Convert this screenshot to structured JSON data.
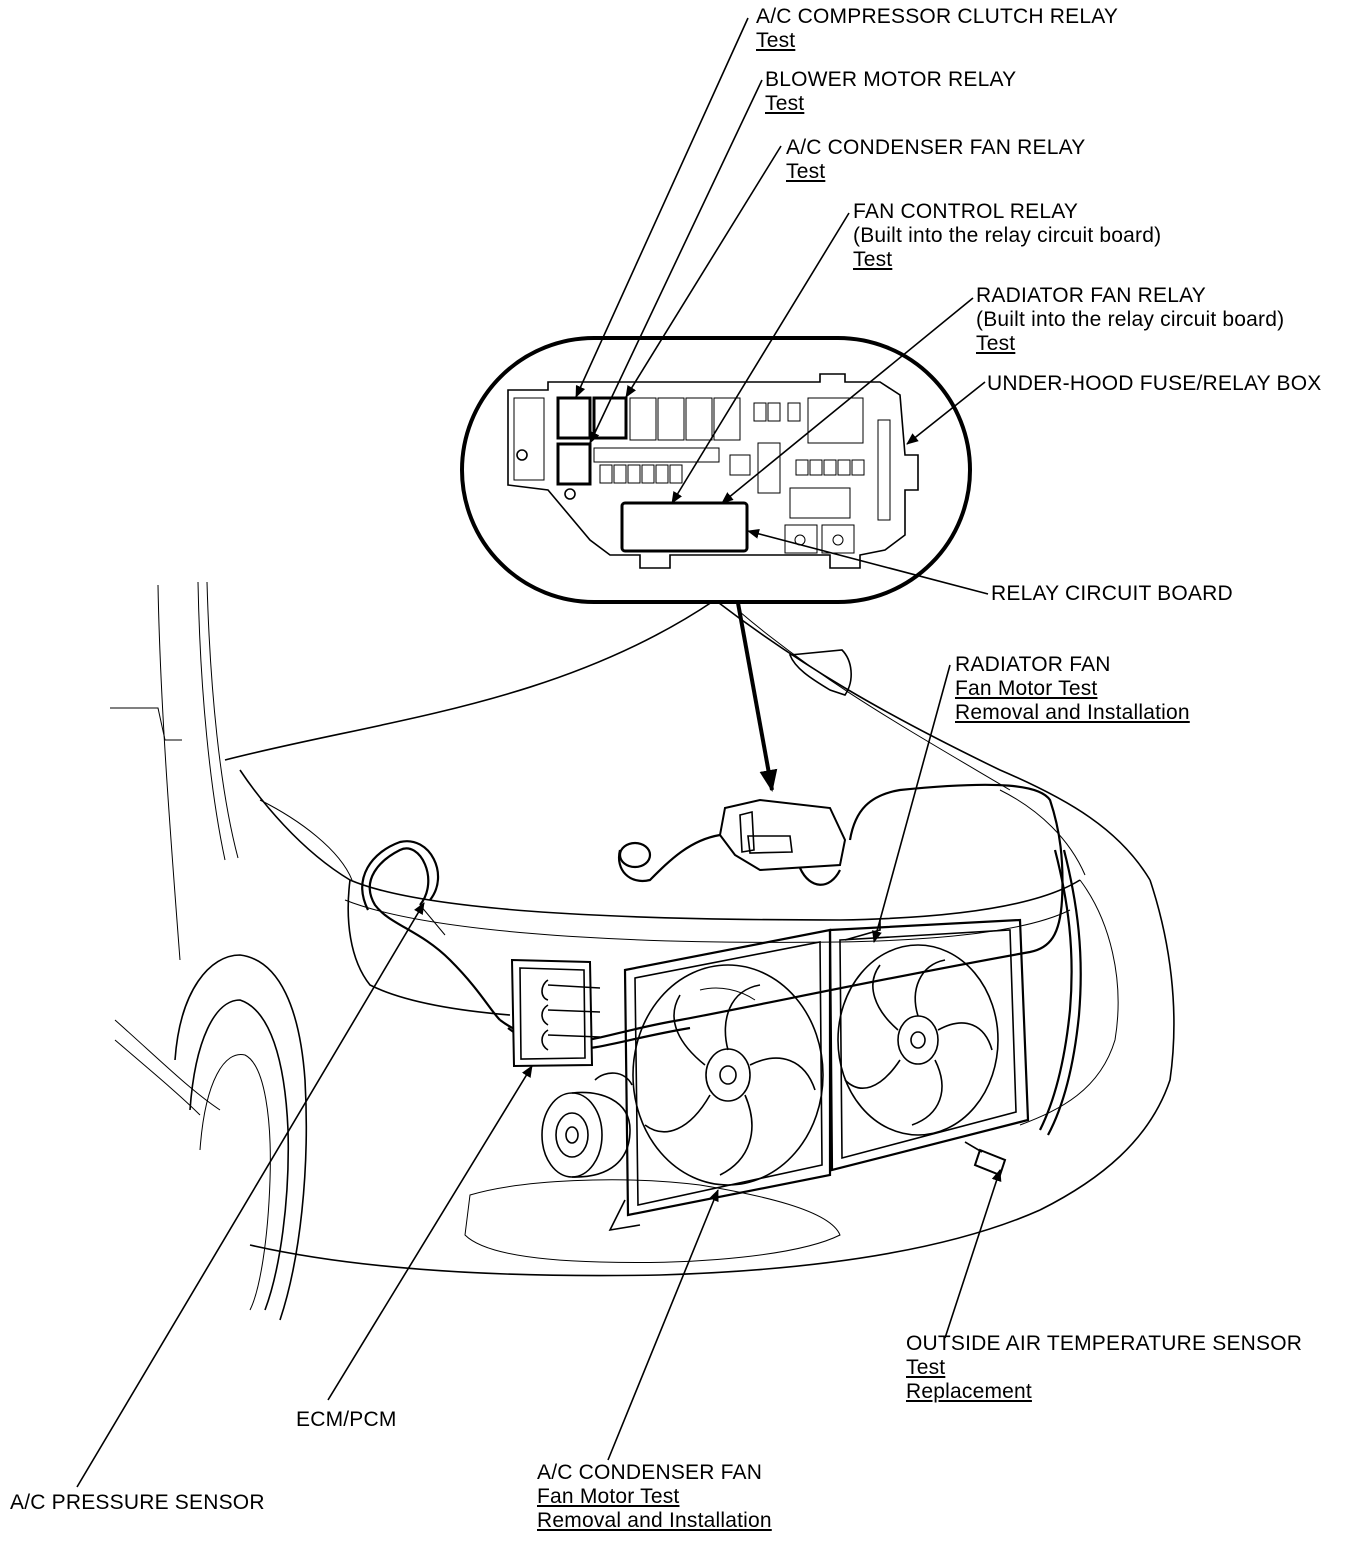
{
  "callouts": {
    "ac_compressor_clutch_relay": {
      "title": "A/C COMPRESSOR CLUTCH RELAY",
      "links": [
        "Test"
      ]
    },
    "blower_motor_relay": {
      "title": "BLOWER MOTOR RELAY",
      "links": [
        "Test"
      ]
    },
    "ac_condenser_fan_relay": {
      "title": "A/C CONDENSER FAN RELAY",
      "links": [
        "Test"
      ]
    },
    "fan_control_relay": {
      "title": "FAN CONTROL RELAY",
      "note": "(Built into the relay circuit board)",
      "links": [
        "Test"
      ]
    },
    "radiator_fan_relay": {
      "title": "RADIATOR FAN RELAY",
      "note": "(Built into the relay circuit board)",
      "links": [
        "Test"
      ]
    },
    "under_hood_box": {
      "title": "UNDER-HOOD FUSE/RELAY BOX"
    },
    "relay_circuit_board": {
      "title": "RELAY CIRCUIT BOARD"
    },
    "radiator_fan": {
      "title": "RADIATOR FAN",
      "links": [
        "Fan Motor Test",
        "Removal and Installation"
      ]
    },
    "outside_air_temp_sensor": {
      "title": "OUTSIDE AIR TEMPERATURE SENSOR",
      "links": [
        "Test",
        "Replacement"
      ]
    },
    "ecm_pcm": {
      "title": "ECM/PCM"
    },
    "ac_condenser_fan": {
      "title": "A/C CONDENSER FAN",
      "links": [
        "Fan Motor Test",
        "Removal and Installation"
      ]
    },
    "ac_pressure_sensor": {
      "title": "A/C PRESSURE SENSOR"
    }
  }
}
